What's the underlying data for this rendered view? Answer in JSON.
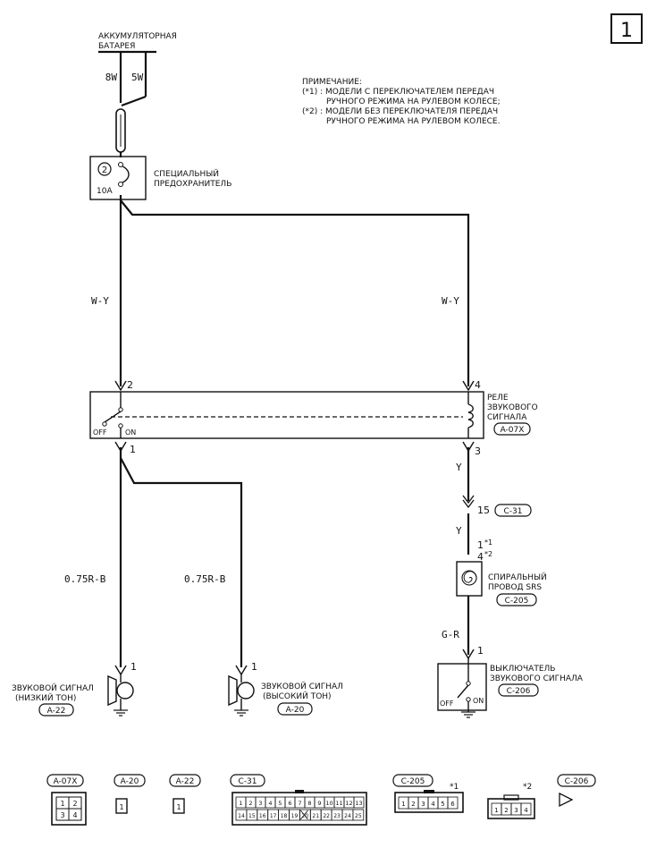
{
  "page_number": "1",
  "battery": {
    "label_line1": "АККУМУЛЯТОРНАЯ",
    "label_line2": "БАТАРЕЯ",
    "wire_8w": "8W",
    "wire_5w": "5W"
  },
  "note": {
    "title": "ПРИМЕЧАНИЕ:",
    "line1": "(*1) : МОДЕЛИ С ПЕРЕКЛЮЧАТЕЛЕМ ПЕРЕДАЧ",
    "line2": "РУЧНОГО РЕЖИМА НА РУЛЕВОМ КОЛЕСЕ;",
    "line3": "(*2) : МОДЕЛИ БЕЗ ПЕРЕКЛЮЧАТЕЛЯ ПЕРЕДАЧ",
    "line4": "РУЧНОГО РЕЖИМА НА РУЛЕВОМ КОЛЕСЕ."
  },
  "fuse": {
    "number": "2",
    "rating": "10A",
    "label_line1": "СПЕЦИАЛЬНЫЙ",
    "label_line2": "ПРЕДОХРАНИТЕЛЬ"
  },
  "wires": {
    "left_wy": "W-Y",
    "right_wy": "W-Y",
    "y_upper": "Y",
    "y_lower": "Y",
    "gr": "G-R",
    "left_r": "0.75R-B",
    "mid_r": "0.75R-B"
  },
  "relay": {
    "pin2": "2",
    "pin4": "4",
    "pin1": "1",
    "pin3": "3",
    "off": "OFF",
    "on": "ON",
    "label_line1": "РЕЛЕ",
    "label_line2": "ЗВУКОВОГО",
    "label_line3": "СИГНАЛА",
    "connector": "A-07X"
  },
  "connector_c31": {
    "pin": "15",
    "name": "C-31"
  },
  "clockspring": {
    "pin_a": "1",
    "pin_a_note": "*1",
    "pin_b": "4",
    "pin_b_note": "*2",
    "label_line1": "СПИРАЛЬНЫЙ",
    "label_line2": "ПРОВОД SRS",
    "connector": "C-205"
  },
  "horn_switch": {
    "pin": "1",
    "off": "OFF",
    "on": "ON",
    "label_line1": "ВЫКЛЮЧАТЕЛЬ",
    "label_line2": "ЗВУКОВОГО СИГНАЛА",
    "connector": "C-206"
  },
  "horn_low": {
    "pin": "1",
    "label_line1": "ЗВУКОВОЙ СИГНАЛ",
    "label_line2": "(НИЗКИЙ ТОН)",
    "connector": "A-22"
  },
  "horn_high": {
    "pin": "1",
    "label_line1": "ЗВУКОВОЙ СИГНАЛ",
    "label_line2": "(ВЫСОКИЙ ТОН)",
    "connector": "A-20"
  },
  "legend": {
    "a07x": {
      "name": "A-07X",
      "pins": [
        "1",
        "2",
        "3",
        "4"
      ]
    },
    "a20": {
      "name": "A-20",
      "pin": "1"
    },
    "a22": {
      "name": "A-22",
      "pin": "1"
    },
    "c31": {
      "name": "C-31",
      "row1": [
        "1",
        "2",
        "3",
        "4",
        "5",
        "6",
        "7",
        "8",
        "9",
        "10",
        "11",
        "12",
        "13"
      ],
      "row2": [
        "14",
        "15",
        "16",
        "17",
        "18",
        "19",
        "20",
        "21",
        "22",
        "23",
        "24",
        "25"
      ]
    },
    "c205": {
      "name": "C-205",
      "note": "*1",
      "pins": [
        "1",
        "2",
        "3",
        "4",
        "5",
        "6"
      ]
    },
    "c205b": {
      "note": "*2",
      "pins": [
        "1",
        "2",
        "3",
        "4"
      ]
    },
    "c206": {
      "name": "C-206"
    }
  },
  "colors": {
    "ink": "#111111",
    "paper": "#ffffff"
  }
}
